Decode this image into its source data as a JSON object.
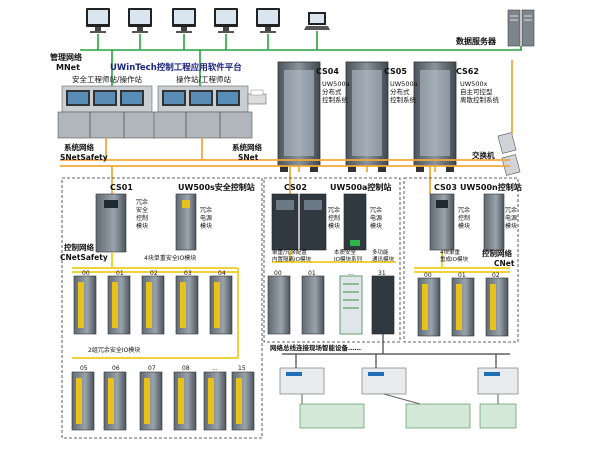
{
  "colors": {
    "mnet_line": "#27a33c",
    "snet_line": "#f2a93b",
    "cnet_line": "#f0d23a",
    "title_text": "#1a237e",
    "cabinet": "#6b7580",
    "module_yellow": "#e8c21a"
  },
  "labels": {
    "mgmt_net": "管理网络",
    "mgmt_net_en": "MNet",
    "platform": "UWinTech控制工程应用软件平台",
    "safety_ws": "安全工程师站/操作站",
    "op_ws": "操作站/工程师站",
    "db_server": "数据服务器",
    "sys_net1": "系统网络",
    "sys_net1_en": "SNetSafety",
    "sys_net2": "系统网络",
    "sys_net2_en": "SNet",
    "switch": "交换机",
    "ctrl_net1": "控制网络",
    "ctrl_net1_en": "CNetSafety",
    "ctrl_net2": "控制网络",
    "ctrl_net2_en": "CNet",
    "fieldbus": "网络总线连接现场智能设备……"
  },
  "cabinets": [
    {
      "id": "CS04",
      "line1": "UW500a",
      "line2": "分布式",
      "line3": "控制系统"
    },
    {
      "id": "CS05",
      "line1": "UW500a",
      "line2": "分布式",
      "line3": "控制系统"
    },
    {
      "id": "CS62",
      "line1": "UW500x",
      "line2": "自主可控型",
      "line3": "离散控制系统"
    }
  ],
  "stations": [
    {
      "id": "CS01",
      "title": "UW500s安全控制站"
    },
    {
      "id": "CS02",
      "title": "UW500a控制站"
    },
    {
      "id": "CS03",
      "title": "UW500n控制站"
    }
  ],
  "module_labels": {
    "cs01_ctrl": [
      "冗余",
      "安全",
      "控制",
      "模块"
    ],
    "cs01_power": [
      "冗余",
      "电源",
      "模块"
    ],
    "cs01_io1": "4块单重安全IO模块",
    "cs01_io2": "2组冗余安全IO模块",
    "cs02_ctrl": [
      "冗余",
      "控制",
      "模块"
    ],
    "cs02_power": [
      "冗余",
      "电源",
      "模块"
    ],
    "cs02_io": [
      "单重/冗余配置",
      "内置隔离IO模块"
    ],
    "cs02_safe": [
      "本质安全",
      "IO模块系列"
    ],
    "cs02_comm": [
      "多功能",
      "通讯模块"
    ],
    "cs03_ctrl": [
      "冗余",
      "控制",
      "模块"
    ],
    "cs03_power": [
      "冗余",
      "电源",
      "模块"
    ],
    "cs03_io": [
      "4块单重",
      "重成IO模块"
    ]
  },
  "slots": {
    "cs01_row1": [
      "00",
      "01",
      "02",
      "03",
      "04"
    ],
    "cs01_row2": [
      "05",
      "06",
      "07",
      "08",
      "...",
      "15"
    ],
    "cs02_row": [
      "00",
      "01",
      "...",
      "31"
    ],
    "cs03_row": [
      "00",
      "01",
      "02"
    ]
  }
}
